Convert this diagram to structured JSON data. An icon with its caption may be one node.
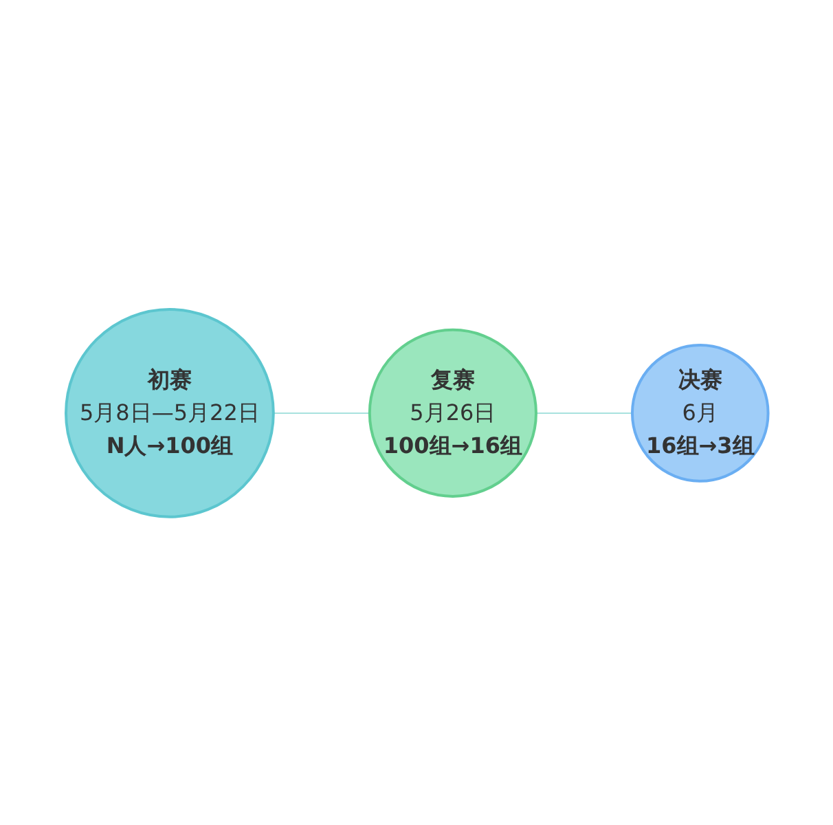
{
  "diagram": {
    "nodes": [
      {
        "text": [
          "初赛",
          "5月8日—5月22日",
          "N人→100组"
        ]
      },
      {
        "text": [
          "复赛",
          "5月26日",
          "100组→16组"
        ]
      },
      {
        "text": [
          "决赛",
          "6月",
          "16组→3组"
        ]
      }
    ],
    "edges": [
      {
        "from": 0,
        "to": 1,
        "arrow": "none"
      },
      {
        "from": 1,
        "to": 2,
        "arrow": "none"
      }
    ]
  }
}
